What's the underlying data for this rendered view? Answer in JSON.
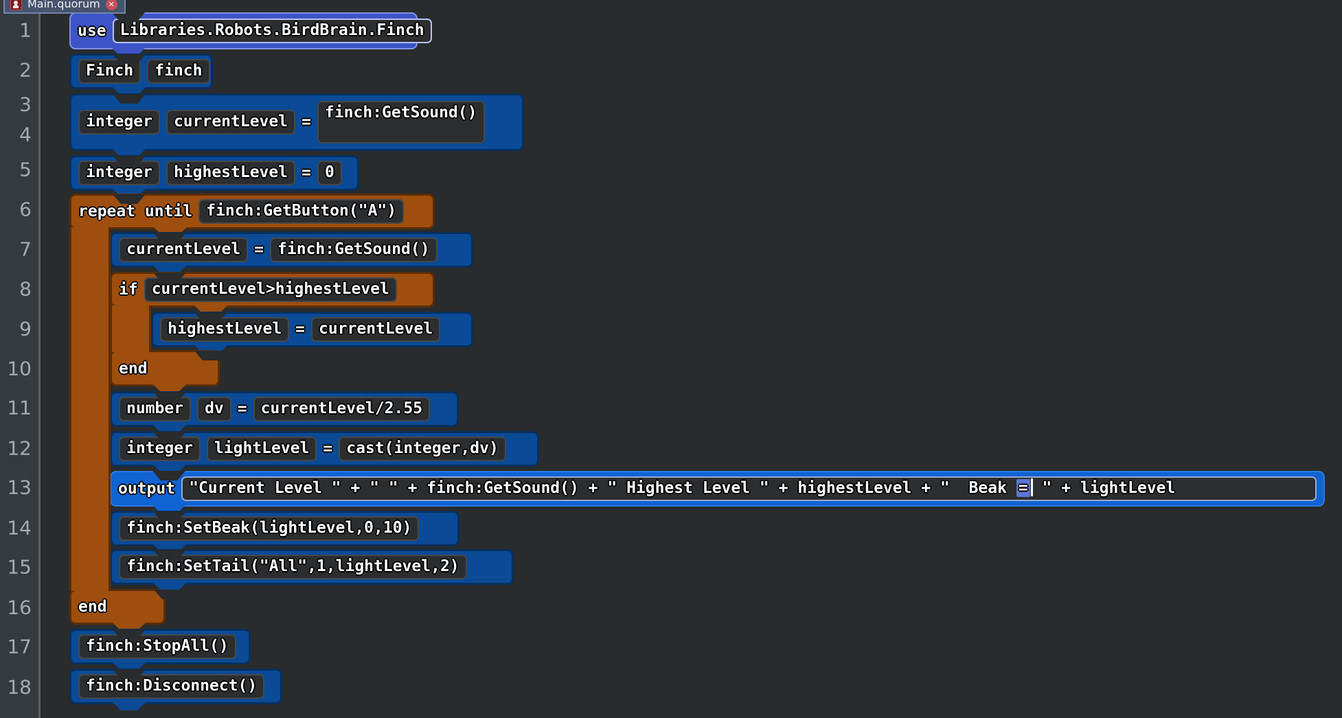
{
  "tab": {
    "title": "Main.quorum",
    "close_label": "✕",
    "icon": "quorum-file-icon"
  },
  "gutter": {
    "lines": [
      "1",
      "2",
      "3",
      "4",
      "5",
      "6",
      "7",
      "8",
      "9",
      "10",
      "11",
      "12",
      "13",
      "14",
      "15",
      "16",
      "17",
      "18"
    ]
  },
  "colors": {
    "canvas": "#292b2c",
    "gutter_bg": "#343a40",
    "gutter_text": "#a6abb1",
    "block_blue": "#0a4a96",
    "block_blue_border": "#06305f",
    "block_use": "#3c54c6",
    "block_use_border": "#8094ea",
    "block_selected": "#0f63d2",
    "block_selected_border": "#2e79e0",
    "block_orange": "#9e4e0d",
    "block_orange_border": "#5c2d07",
    "field_bg": "#2c2d2f",
    "selection_highlight": "#5d74d0",
    "tab_bg": "#46536c",
    "tab_close": "#c7505a"
  },
  "blocks": [
    {
      "id": "use-statement",
      "style": "use",
      "parts": [
        {
          "t": "label",
          "v": "use"
        },
        {
          "t": "chip",
          "v": "Libraries.Robots.BirdBrain.Finch",
          "sel": true
        }
      ]
    },
    {
      "id": "declare-finch",
      "style": "blue",
      "parts": [
        {
          "t": "chip",
          "v": "Finch"
        },
        {
          "t": "chip",
          "v": "finch"
        }
      ]
    },
    {
      "id": "declare-currentlevel",
      "style": "blue",
      "parts": [
        {
          "t": "chip",
          "v": "integer"
        },
        {
          "t": "chip",
          "v": "currentLevel"
        },
        {
          "t": "label",
          "v": "="
        },
        {
          "t": "chip",
          "v": "finch:GetSound()",
          "tall": true
        }
      ]
    },
    {
      "id": "declare-highestlevel",
      "style": "blue",
      "parts": [
        {
          "t": "chip",
          "v": "integer"
        },
        {
          "t": "chip",
          "v": "highestLevel"
        },
        {
          "t": "label",
          "v": "="
        },
        {
          "t": "chip",
          "v": "0"
        }
      ]
    },
    {
      "id": "repeat-until-header",
      "style": "orange",
      "parts": [
        {
          "t": "label",
          "v": "repeat until"
        },
        {
          "t": "chip",
          "v": "finch:GetButton(\"A\")"
        }
      ]
    },
    {
      "id": "assign-currentlevel",
      "style": "blue",
      "parts": [
        {
          "t": "chip",
          "v": "currentLevel"
        },
        {
          "t": "label",
          "v": "="
        },
        {
          "t": "chip",
          "v": "finch:GetSound()"
        }
      ]
    },
    {
      "id": "if-header",
      "style": "orange",
      "parts": [
        {
          "t": "label",
          "v": "if"
        },
        {
          "t": "chip",
          "v": "currentLevel>highestLevel"
        }
      ]
    },
    {
      "id": "assign-highestlevel",
      "style": "blue",
      "parts": [
        {
          "t": "chip",
          "v": "highestLevel"
        },
        {
          "t": "label",
          "v": "="
        },
        {
          "t": "chip",
          "v": "currentLevel"
        }
      ]
    },
    {
      "id": "if-end",
      "style": "orange",
      "parts": [
        {
          "t": "label",
          "v": "end"
        }
      ]
    },
    {
      "id": "declare-dv",
      "style": "blue",
      "parts": [
        {
          "t": "chip",
          "v": "number"
        },
        {
          "t": "chip",
          "v": "dv"
        },
        {
          "t": "label",
          "v": "="
        },
        {
          "t": "chip",
          "v": "currentLevel/2.55"
        }
      ]
    },
    {
      "id": "declare-lightlevel",
      "style": "blue",
      "parts": [
        {
          "t": "chip",
          "v": "integer"
        },
        {
          "t": "chip",
          "v": "lightLevel"
        },
        {
          "t": "label",
          "v": "="
        },
        {
          "t": "chip",
          "v": "cast(integer,dv)"
        }
      ]
    },
    {
      "id": "output-statement",
      "style": "selected",
      "parts": [
        {
          "t": "label",
          "v": "output"
        },
        {
          "t": "chip",
          "grow": true,
          "outb": true,
          "rich": {
            "pre": "\"Current Level \" + \" \" + finch:GetSound() + \" Highest Level \" + highestLevel + \"  Beak ",
            "sel": "=",
            "post": " \" + lightLevel"
          }
        }
      ]
    },
    {
      "id": "call-setbeak",
      "style": "blue",
      "parts": [
        {
          "t": "chip",
          "v": "finch:SetBeak(lightLevel,0,10)"
        }
      ]
    },
    {
      "id": "call-settail",
      "style": "blue",
      "parts": [
        {
          "t": "chip",
          "v": "finch:SetTail(\"All\",1,lightLevel,2)"
        }
      ]
    },
    {
      "id": "repeat-end",
      "style": "orange",
      "parts": [
        {
          "t": "label",
          "v": "end"
        }
      ]
    },
    {
      "id": "call-stopall",
      "style": "blue",
      "parts": [
        {
          "t": "chip",
          "v": "finch:StopAll()"
        }
      ]
    },
    {
      "id": "call-disconnect",
      "style": "blue",
      "parts": [
        {
          "t": "chip",
          "v": "finch:Disconnect()"
        }
      ]
    }
  ]
}
